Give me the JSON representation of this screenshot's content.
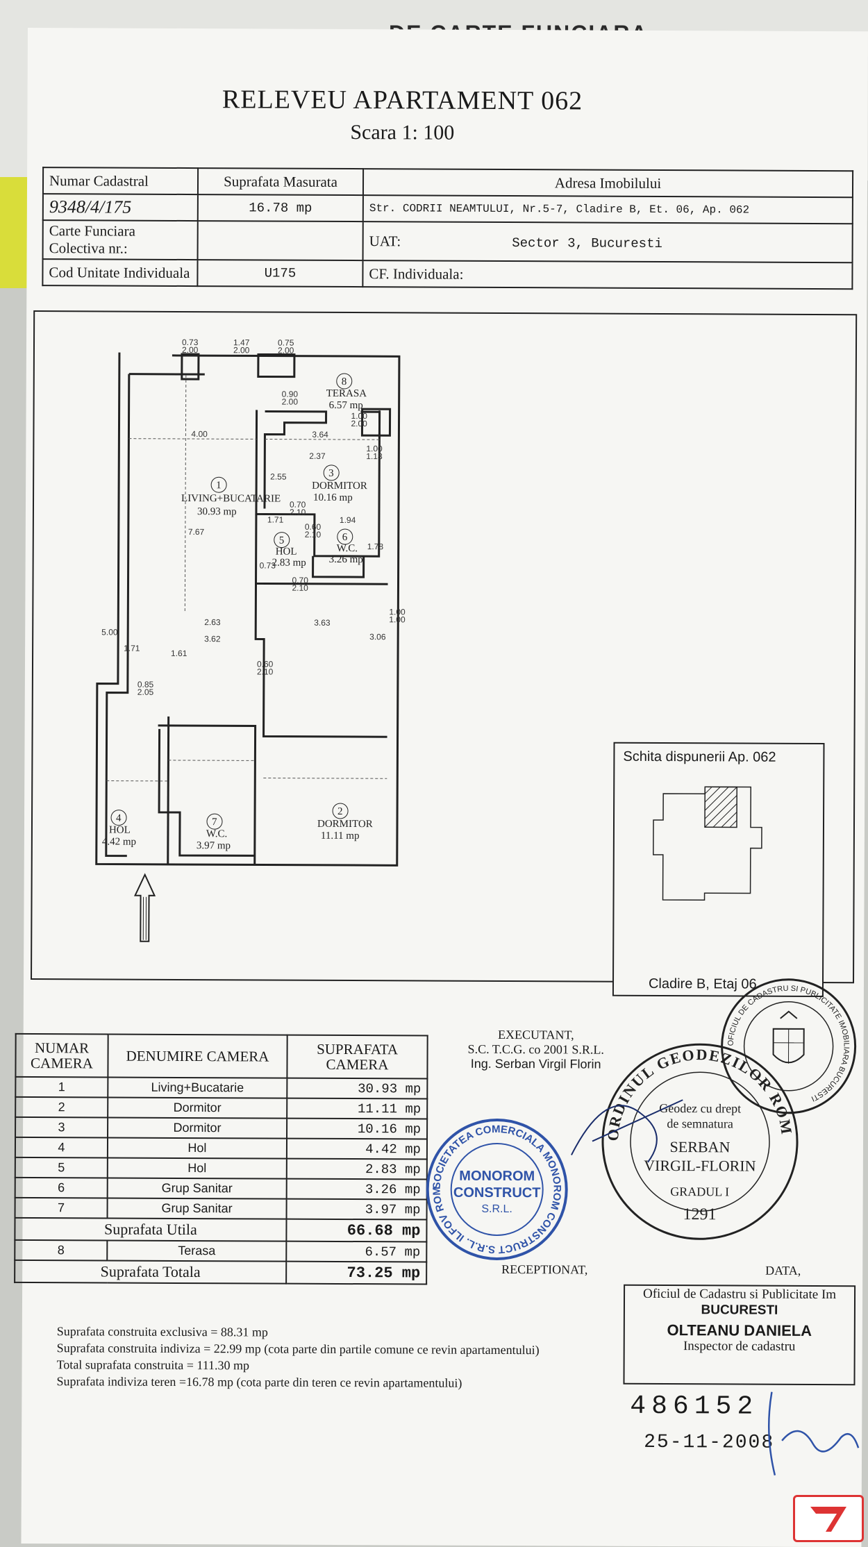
{
  "underpage_title": "DE CARTE FUNCIARA",
  "title": "RELEVEU APARTAMENT 062",
  "scale": "Scara 1: 100",
  "info": {
    "numar_cadastral_label": "Numar Cadastral",
    "numar_cadastral_value": "9348/4/175",
    "suprafata_label": "Suprafata Masurata",
    "suprafata_value": "16.78 mp",
    "adresa_label": "Adresa Imobilului",
    "adresa_value": "Str. CODRII NEAMTULUI, Nr.5-7, Cladire B, Et. 06, Ap. 062",
    "carte_funciara_label": "Carte Funciara Colectiva nr.:",
    "uat_label": "UAT:",
    "uat_value": "Sector 3, Bucuresti",
    "cod_unitate_label": "Cod Unitate Individuala",
    "cod_unitate_value": "U175",
    "cf_label": "CF. Individuala:"
  },
  "plan": {
    "rooms": [
      {
        "num": "1",
        "name": "LIVING+BUCATARIE",
        "area": "30.93 mp"
      },
      {
        "num": "2",
        "name": "DORMITOR",
        "area": "11.11 mp"
      },
      {
        "num": "3",
        "name": "DORMITOR",
        "area": "10.16 mp"
      },
      {
        "num": "4",
        "name": "HOL",
        "area": "4.42 mp"
      },
      {
        "num": "5",
        "name": "HOL",
        "area": "2.83 mp"
      },
      {
        "num": "6",
        "name": "W.C.",
        "area": "3.26 mp"
      },
      {
        "num": "7",
        "name": "W.C.",
        "area": "3.97 mp"
      },
      {
        "num": "8",
        "name": "TERASA",
        "area": "6.57 mp"
      }
    ],
    "dims": {
      "d1": "0.73",
      "d1b": "2.00",
      "d2": "1.47",
      "d2b": "2.00",
      "d3": "0.75",
      "d3b": "2.00",
      "d4": "0.90",
      "d4b": "2.00",
      "d5": "1.00",
      "d5b": "2.00",
      "d6": "1.00",
      "d6b": "1.18",
      "d7": "4.00",
      "d8": "3.64",
      "d9": "2.55",
      "d10": "2.37",
      "d11": "7.67",
      "d12": "0.70",
      "d12b": "2.10",
      "d13": "1.71",
      "d14": "1.94",
      "d15": "0.60",
      "d15b": "2.10",
      "d16": "1.78",
      "d17": "0.73",
      "d18": "0.70",
      "d18b": "2.10",
      "d19": "1.00",
      "d19b": "1.00",
      "d20": "5.00",
      "d21": "1.71",
      "d22": "2.63",
      "d23": "3.63",
      "d24": "3.62",
      "d25": "3.06",
      "d26": "1.61",
      "d27": "0.60",
      "d27b": "2.10",
      "d28": "0.85",
      "d28b": "2.05"
    }
  },
  "sketch": {
    "title": "Schita dispunerii Ap. 062",
    "footer": "Cladire B, Etaj 06"
  },
  "rooms_table": {
    "header": {
      "col1": "NUMAR CAMERA",
      "col2": "DENUMIRE CAMERA",
      "col3": "SUPRAFATA CAMERA"
    },
    "rows": [
      {
        "num": "1",
        "name": "Living+Bucatarie",
        "area": "30.93 mp"
      },
      {
        "num": "2",
        "name": "Dormitor",
        "area": "11.11 mp"
      },
      {
        "num": "3",
        "name": "Dormitor",
        "area": "10.16 mp"
      },
      {
        "num": "4",
        "name": "Hol",
        "area": "4.42 mp"
      },
      {
        "num": "5",
        "name": "Hol",
        "area": "2.83 mp"
      },
      {
        "num": "6",
        "name": "Grup Sanitar",
        "area": "3.26 mp"
      },
      {
        "num": "7",
        "name": "Grup Sanitar",
        "area": "3.97 mp"
      }
    ],
    "utila_label": "Suprafata Utila",
    "utila_value": "66.68 mp",
    "terasa_num": "8",
    "terasa_name": "Terasa",
    "terasa_area": "6.57 mp",
    "totala_label": "Suprafata Totala",
    "totala_value": "73.25 mp"
  },
  "notes": [
    "Suprafata construita exclusiva = 88.31 mp",
    "Suprafata construita indiviza = 22.99 mp  (cota parte din partile comune ce revin apartamentului)",
    "Total suprafata construita = 111.30 mp",
    "Suprafata indiviza teren =16.78 mp    (cota parte din teren ce revin apartamentului)"
  ],
  "executant": {
    "label": "EXECUTANT,",
    "company": "S.C. T.C.G. co 2001 S.R.L.",
    "engineer": "Ing. Serban Virgil Florin"
  },
  "receptionat": "RECEPTIONAT,",
  "data_label": "DATA,",
  "oficiu": {
    "line1": "Oficiul de Cadastru si Publicitate Im",
    "line2": "BUCURESTI",
    "name": "OLTEANU DANIELA",
    "role": "Inspector de cadastru"
  },
  "stamp_number": "486152",
  "stamp_date": "25-11-2008",
  "stamp_geodez": {
    "ring": "ORDINUL GEODEZILOR ROMANIA",
    "line1": "Geodez cu drept",
    "line2": "de semnatura",
    "name1": "SERBAN",
    "name2": "VIRGIL-FLORIN",
    "grade": "GRADUL I",
    "code": "1291"
  },
  "stamp_company": {
    "ring": "SOCIETATEA COMERCIALA MONOROM CONSTRUCT S.R.L. ILFOV ROMANIA",
    "center1": "MONOROM",
    "center2": "CONSTRUCT",
    "center3": "S.R.L."
  },
  "stamp_ancpi": {
    "ring": "OFICIUL DE CADASTRU SI PUBLICITATE IMOBILIARA BUCURESTI"
  },
  "colors": {
    "ink": "#1a1a1a",
    "stamp_blue": "#2f53a8",
    "paper": "#f6f6f3"
  }
}
